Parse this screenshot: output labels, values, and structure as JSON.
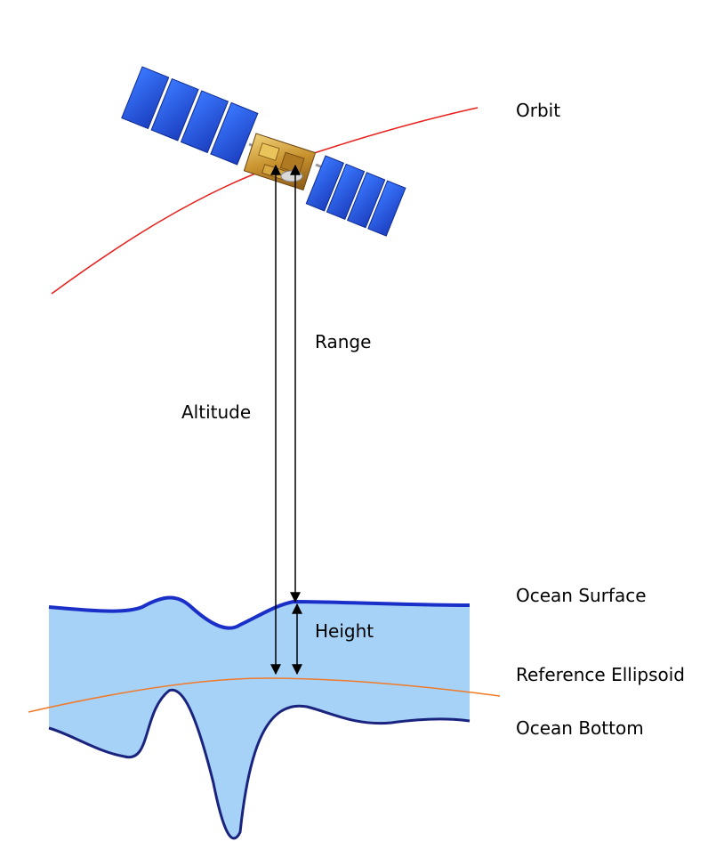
{
  "labels": {
    "orbit": "Orbit",
    "range": "Range",
    "altitude": "Altitude",
    "ocean_surface": "Ocean Surface",
    "height": "Height",
    "reference_ellipsoid": "Reference Ellipsoid",
    "ocean_bottom": "Ocean Bottom"
  },
  "colors": {
    "orbit_line": "#e8201c",
    "ellipsoid_line": "#f07a2a",
    "ocean_fill": "#a6d2f7",
    "ocean_surface_line": "#1a2fc8",
    "ocean_bottom_line": "#1a237e",
    "solar_panel": "#2a5ee8",
    "satellite_body": "#c89a3a",
    "arrow": "#000000"
  },
  "icons": {
    "satellite": "satellite-icon"
  }
}
